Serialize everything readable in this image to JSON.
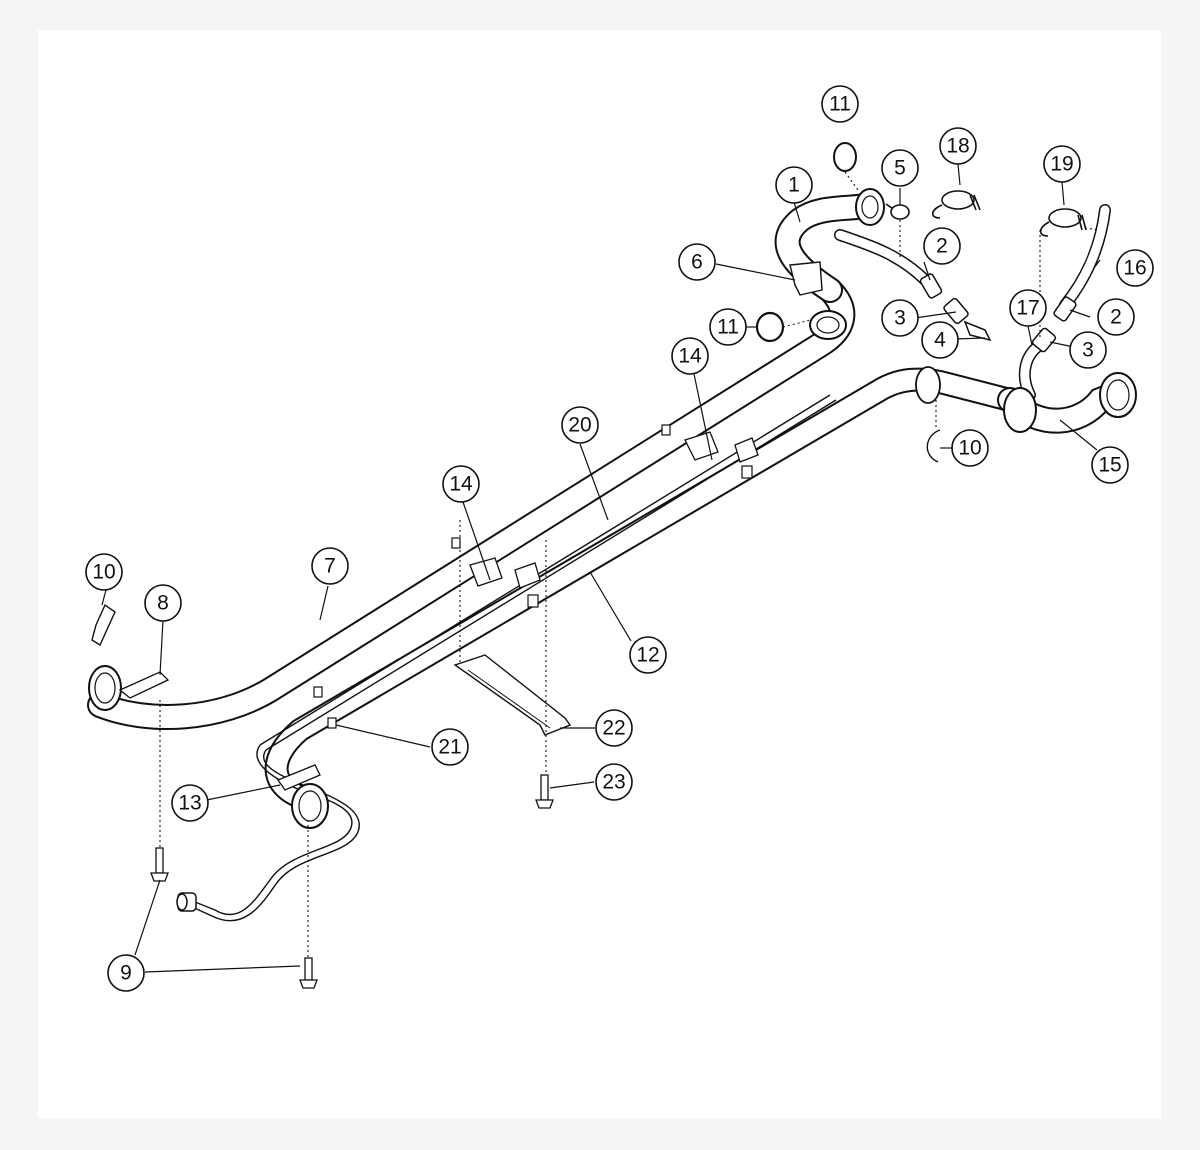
{
  "callouts": [
    {
      "id": "c1",
      "label": "1"
    },
    {
      "id": "c2a",
      "label": "2"
    },
    {
      "id": "c2b",
      "label": "2"
    },
    {
      "id": "c3a",
      "label": "3"
    },
    {
      "id": "c3b",
      "label": "3"
    },
    {
      "id": "c4",
      "label": "4"
    },
    {
      "id": "c5",
      "label": "5"
    },
    {
      "id": "c6",
      "label": "6"
    },
    {
      "id": "c7",
      "label": "7"
    },
    {
      "id": "c8",
      "label": "8"
    },
    {
      "id": "c9",
      "label": "9"
    },
    {
      "id": "c10a",
      "label": "10"
    },
    {
      "id": "c10b",
      "label": "10"
    },
    {
      "id": "c11a",
      "label": "11"
    },
    {
      "id": "c11b",
      "label": "11"
    },
    {
      "id": "c12",
      "label": "12"
    },
    {
      "id": "c13",
      "label": "13"
    },
    {
      "id": "c14a",
      "label": "14"
    },
    {
      "id": "c14b",
      "label": "14"
    },
    {
      "id": "c15",
      "label": "15"
    },
    {
      "id": "c16",
      "label": "16"
    },
    {
      "id": "c17",
      "label": "17"
    },
    {
      "id": "c18",
      "label": "18"
    },
    {
      "id": "c19",
      "label": "19"
    },
    {
      "id": "c20",
      "label": "20"
    },
    {
      "id": "c21",
      "label": "21"
    },
    {
      "id": "c22",
      "label": "22"
    },
    {
      "id": "c23",
      "label": "23"
    }
  ]
}
